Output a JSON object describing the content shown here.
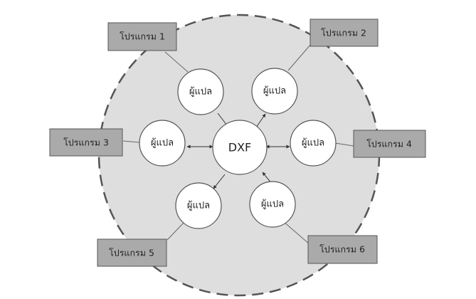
{
  "hub": {
    "label": "DXF"
  },
  "translators": [
    {
      "label": "ผู้แปล"
    },
    {
      "label": "ผู้แปล"
    },
    {
      "label": "ผู้แปล"
    },
    {
      "label": "ผู้แปล"
    },
    {
      "label": "ผู้แปล"
    },
    {
      "label": "ผู้แปล"
    }
  ],
  "programs": [
    {
      "label": "โปรแกรม 1"
    },
    {
      "label": "โปรแกรม 2"
    },
    {
      "label": "โปรแกรม 3"
    },
    {
      "label": "โปรแกรม 4"
    },
    {
      "label": "โปรแกรม 5"
    },
    {
      "label": "โปรแกรม 6"
    }
  ],
  "colors": {
    "background_circle": "#dedede",
    "node_fill": "#ffffff",
    "program_box": "#aaaaaa",
    "stroke": "#555555",
    "text": "#222222"
  }
}
